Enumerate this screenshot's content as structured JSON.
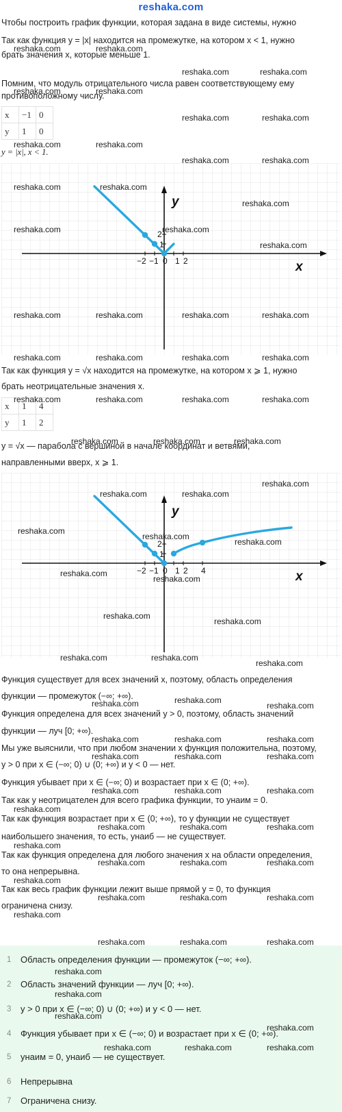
{
  "site_name": "reshaka.com",
  "intro": {
    "line1": "Чтобы построить график функции, которая задана в виде системы, нужно"
  },
  "part1": {
    "condition_line1": "Так как функция y = |x| находится на промежутке, на котором x < 1, нужно",
    "condition_line2": "брать значения x, которые меньше 1.",
    "note_line1": "Помним, что модуль отрицательного числа равен соответствующему ему",
    "note_line2": "противоположному числу.",
    "table": {
      "rows": [
        [
          "x",
          "−1",
          "0"
        ],
        [
          "y",
          "1",
          "0"
        ]
      ]
    },
    "formula": "y = |x|, x < 1."
  },
  "part2": {
    "condition_line1": "Так как функция y = √x находится на промежутке, на котором x ⩾ 1, нужно",
    "condition_line2": "брать неотрицательные значения x.",
    "table": {
      "rows": [
        [
          "x",
          "1",
          "4"
        ],
        [
          "y",
          "1",
          "2"
        ]
      ]
    },
    "desc_line1": "y = √x — парабола с вершиной в начале координат и ветвями,",
    "desc_line2": "направленными вверх, x ⩾ 1."
  },
  "graph_labels": {
    "y_axis": "y",
    "x_axis": "x",
    "origin": "0",
    "graph1_x_ticks": [
      "−2",
      "−1",
      "1",
      "2"
    ],
    "graph1_y_ticks": [
      "2",
      "1"
    ],
    "graph2_x_ticks": [
      "−2",
      "−1",
      "1",
      "2",
      "4"
    ],
    "graph2_y_ticks": [
      "2",
      "1"
    ]
  },
  "analysis": {
    "domain_line1": "Функция существует для всех значений x, поэтому, область определения",
    "domain_line2": "функции — промежуток (−∞; +∞).",
    "range_line1": "Функция определена для всех значений y > 0, поэтому, область значений",
    "range_line2": "функции — луч [0; +∞).",
    "sign_line1": "Мы уже выяснили, что при любом значении x функция положительна, поэтому,",
    "sign_line2": "y > 0 при x ∈ (−∞; 0) ∪ (0; +∞) и y < 0 — нет.",
    "monotonic": "Функция убывает при x ∈ (−∞; 0) и возрастает при x ∈ (0; +∞).",
    "min": "Так как y неотрицателен для всего графика функции, то yнаим = 0.",
    "max_line1": "Так как функция возрастает при x ∈ (0; +∞), то у функции не существует",
    "max_line2": "наибольшего значения, то есть, yнаиб — не существует.",
    "cont_line1": "Так как функция определена для любого значения x на области определения,",
    "cont_line2": "то она непрерывна.",
    "bound_line1": "Так как весь график функции лежит выше прямой y = 0, то функция",
    "bound_line2": "ограничена снизу."
  },
  "summary": [
    {
      "num": "1",
      "text": "Область определения функции — промежуток (−∞; +∞)."
    },
    {
      "num": "2",
      "text": "Область значений функции — луч [0; +∞)."
    },
    {
      "num": "3",
      "text": "y > 0 при x ∈ (−∞; 0) ∪ (0; +∞) и y < 0 — нет."
    },
    {
      "num": "4",
      "text": "Функция убывает при x ∈ (−∞; 0) и возрастает при x ∈ (0; +∞)."
    },
    {
      "num": "5",
      "text": "yнаим = 0, yнаиб — не существует."
    },
    {
      "num": "6",
      "text": "Непрерывна"
    },
    {
      "num": "7",
      "text": "Ограничена снизу."
    }
  ],
  "colors": {
    "curve": "#29a8e0",
    "grid": "#e3e3e3",
    "summary_bg": "#e9f9ee",
    "logo": "#1e5fd8"
  }
}
